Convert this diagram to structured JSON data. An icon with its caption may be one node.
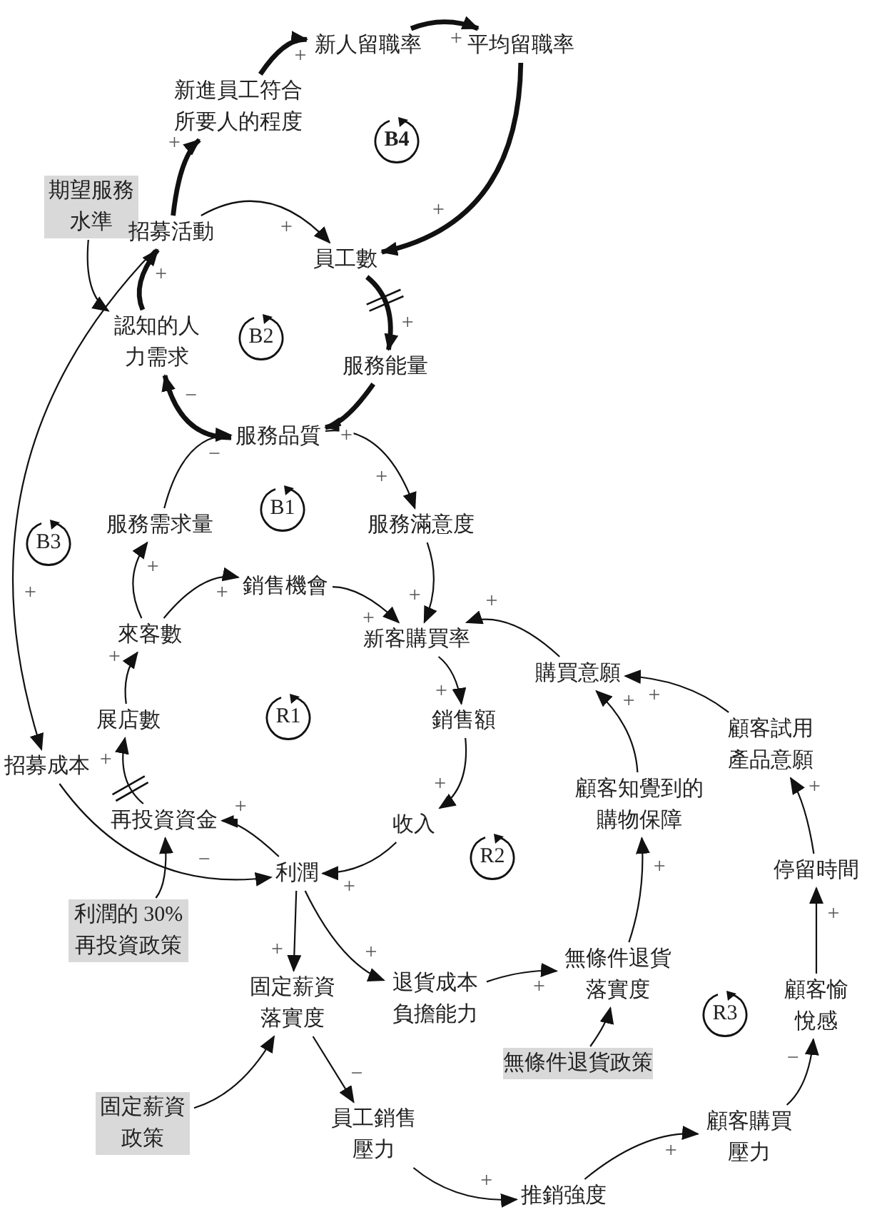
{
  "diagram": {
    "nodes": [
      {
        "text": [
          "新進員工符合所要人的程度"
        ]
      },
      {
        "text": [
          "新人留職率"
        ]
      },
      {
        "text": [
          "平均留職率"
        ]
      },
      {
        "text": [
          "期望服務水準"
        ]
      },
      {
        "text": [
          "招募活動"
        ]
      },
      {
        "text": [
          "員工數"
        ]
      },
      {
        "text": [
          "認知的人力需求"
        ]
      },
      {
        "text": [
          "服務能量"
        ]
      },
      {
        "text": [
          "服務品質"
        ]
      },
      {
        "text": [
          "服務需求量"
        ]
      },
      {
        "text": [
          "服務滿意度"
        ]
      },
      {
        "text": [
          "銷售機會"
        ]
      },
      {
        "text": [
          "來客數"
        ]
      },
      {
        "text": [
          "新客購買率"
        ]
      },
      {
        "text": [
          "購買意願"
        ]
      },
      {
        "text": [
          "展店數"
        ]
      },
      {
        "text": [
          "銷售額"
        ]
      },
      {
        "text": [
          "顧客試用產品意願"
        ]
      },
      {
        "text": [
          "招募成本"
        ]
      },
      {
        "text": [
          "顧客知覺到的購物保障"
        ]
      },
      {
        "text": [
          "再投資資金"
        ]
      },
      {
        "text": [
          "收入"
        ]
      },
      {
        "text": [
          "停留時間"
        ]
      },
      {
        "text": [
          "利潤"
        ]
      },
      {
        "text": [
          "利潤的 30% 再投資政策"
        ]
      },
      {
        "text": [
          "固定薪資落實度"
        ]
      },
      {
        "text": [
          "退貨成本負擔能力"
        ]
      },
      {
        "text": [
          "無條件退貨落實度"
        ]
      },
      {
        "text": [
          "顧客愉悅感"
        ]
      },
      {
        "text": [
          "無條件退貨政策"
        ]
      },
      {
        "text": [
          "固定薪資政策"
        ]
      },
      {
        "text": [
          "員工銷售壓力"
        ]
      },
      {
        "text": [
          "顧客購買壓力"
        ]
      },
      {
        "text": [
          "推銷強度"
        ]
      }
    ],
    "edges": [
      {
        "from": 0,
        "to": 1,
        "arrow": "to",
        "label": "+",
        "style": "thick"
      },
      {
        "from": 1,
        "to": 2,
        "arrow": "to",
        "label": "+",
        "style": "thick"
      },
      {
        "from": 2,
        "to": 5,
        "arrow": "to",
        "label": "+",
        "style": "thick"
      },
      {
        "from": 4,
        "to": 5,
        "arrow": "to",
        "label": "+"
      },
      {
        "from": 5,
        "to": 7,
        "arrow": "to",
        "label": "+",
        "style": "thick"
      },
      {
        "from": 7,
        "to": 8,
        "arrow": "to",
        "label": "+",
        "style": "thick"
      },
      {
        "from": 8,
        "to": 6,
        "arrow": "to",
        "label": "−",
        "style": "thick"
      },
      {
        "from": 6,
        "to": 4,
        "arrow": "to",
        "label": "+",
        "style": "thick"
      },
      {
        "from": 4,
        "to": 0,
        "arrow": "to",
        "label": "+",
        "style": "thick"
      },
      {
        "from": 3,
        "to": 6,
        "arrow": "to"
      },
      {
        "from": 9,
        "to": 8,
        "arrow": "to",
        "label": "−"
      },
      {
        "from": 8,
        "to": 10,
        "arrow": "to",
        "label": "+"
      },
      {
        "from": 10,
        "to": 13,
        "arrow": "to",
        "label": "+"
      },
      {
        "from": 12,
        "to": 9,
        "arrow": "to",
        "label": "+"
      },
      {
        "from": 12,
        "to": 11,
        "arrow": "to",
        "label": "+"
      },
      {
        "from": 11,
        "to": 13,
        "arrow": "to",
        "label": "+"
      },
      {
        "from": 15,
        "to": 12,
        "arrow": "to",
        "label": "+"
      },
      {
        "from": 20,
        "to": 15,
        "arrow": "to",
        "label": "+"
      },
      {
        "from": 13,
        "to": 16,
        "arrow": "to",
        "label": "+"
      },
      {
        "from": 16,
        "to": 21,
        "arrow": "to",
        "label": "+"
      },
      {
        "from": 21,
        "to": 23,
        "arrow": "to",
        "label": "+"
      },
      {
        "from": 23,
        "to": 20,
        "arrow": "to",
        "label": "+"
      },
      {
        "from": 24,
        "to": 20,
        "arrow": "to"
      },
      {
        "from": 4,
        "to": 18,
        "arrow": "to",
        "label": "+"
      },
      {
        "from": 18,
        "to": 23,
        "arrow": "to",
        "label": "−"
      },
      {
        "from": 14,
        "to": 13,
        "arrow": "to",
        "label": "+"
      },
      {
        "from": 19,
        "to": 14,
        "arrow": "to",
        "label": "+"
      },
      {
        "from": 17,
        "to": 14,
        "arrow": "to",
        "label": "+"
      },
      {
        "from": 22,
        "to": 17,
        "arrow": "to",
        "label": "+"
      },
      {
        "from": 28,
        "to": 22,
        "arrow": "to",
        "label": "+"
      },
      {
        "from": 32,
        "to": 28,
        "arrow": "to",
        "label": "−"
      },
      {
        "from": 33,
        "to": 32,
        "arrow": "to",
        "label": "+"
      },
      {
        "from": 31,
        "to": 33,
        "arrow": "to",
        "label": "+"
      },
      {
        "from": 25,
        "to": 31,
        "arrow": "to",
        "label": "−"
      },
      {
        "from": 30,
        "to": 25,
        "arrow": "to"
      },
      {
        "from": 23,
        "to": 25,
        "arrow": "to",
        "label": "+"
      },
      {
        "from": 23,
        "to": 26,
        "arrow": "to",
        "label": "+"
      },
      {
        "from": 26,
        "to": 27,
        "arrow": "to",
        "label": "+"
      },
      {
        "from": 29,
        "to": 27,
        "arrow": "to"
      },
      {
        "from": 27,
        "to": 19,
        "arrow": "to",
        "label": "+"
      }
    ],
    "labels": [
      "B4",
      "B2",
      "B1",
      "B3",
      "R1",
      "R2",
      "R3"
    ]
  }
}
